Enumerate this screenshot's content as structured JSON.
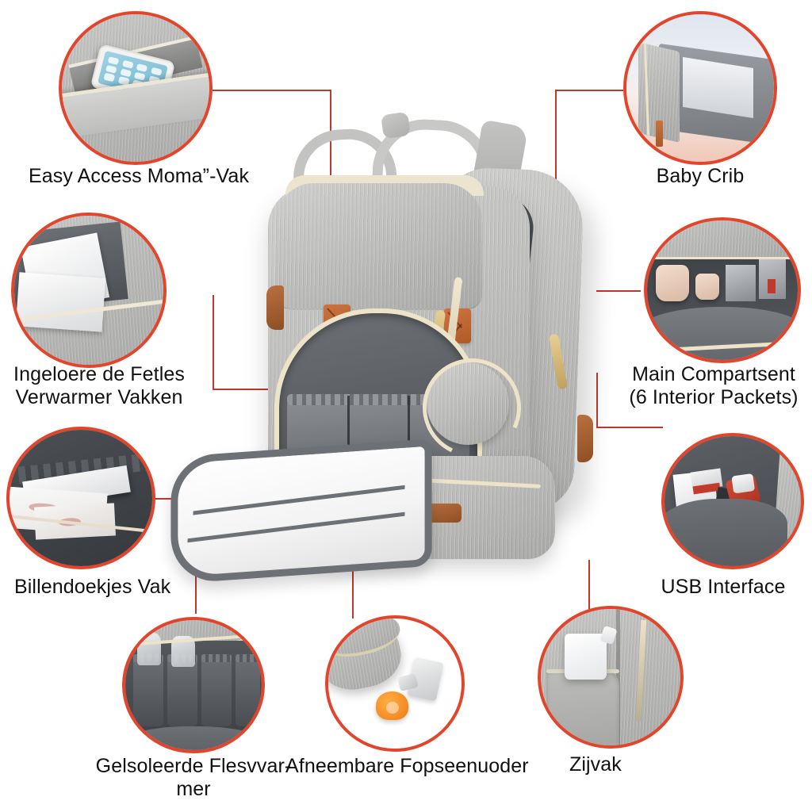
{
  "product": {
    "name": "Diaper backpack feature infographic",
    "colors": {
      "callout_ring": "#E2452B",
      "leader_line": "#C0392B",
      "bag_fabric_grey": "#BDBDBB",
      "leather_accent": "#B05A26",
      "zipper_gold": "#ECE3C8",
      "interior_dark": "#4D5155",
      "label_text": "#111111",
      "background": "#FFFFFF"
    }
  },
  "callouts": [
    {
      "id": "easy-access-pocket",
      "label": "Easy Access Moma”-Vak",
      "scene": "smartphone resting in top zip pocket",
      "position": "top-left"
    },
    {
      "id": "baby-crib",
      "label": "Baby Crib",
      "scene": "bag unfolded into a baby crib / bassinet",
      "position": "top-right"
    },
    {
      "id": "bottle-warmer-pockets",
      "label": "Ingeloere de Fetles\nVerwarmer Vakken",
      "scene": "insulated side pocket holding tissues",
      "position": "left-upper"
    },
    {
      "id": "main-compartment",
      "label": "Main Compartsent\n(6 Interior Packets)",
      "scene": "open main compartment with jars and pouches",
      "position": "right-upper"
    },
    {
      "id": "wipes-pocket",
      "label": "Billendoekjes Vak",
      "scene": "wipes pocket with cloths pulled out",
      "position": "left-lower"
    },
    {
      "id": "usb-interface",
      "label": "USB Interface",
      "scene": "interior pocket with USB cable and items",
      "position": "right-lower"
    },
    {
      "id": "insulated-bottle-warmer",
      "label": "Gelsoleerde Flesvvar-\nmer",
      "scene": "elastic interior pockets holding baby bottles",
      "position": "bottom-left"
    },
    {
      "id": "detachable-pacifier-holder",
      "label": "Afneembare Fopseenuoder",
      "scene": "detachable round pacifier pod with orange pacifier and clip",
      "position": "bottom-center"
    },
    {
      "id": "side-pocket",
      "label": "Zijvak",
      "scene": "exterior side pocket holding a white cup",
      "position": "bottom-right"
    }
  ],
  "center_image": {
    "subject": "grey diaper backpack, open front with changing pad folded down",
    "features_visible": [
      "twin carry handles",
      "orange leather reinforcement tabs",
      "orange leather brand tag",
      "gold zipper with twin pulls",
      "round zip pouch on front",
      "elastic mesh front organizer",
      "fold-out white changing pad"
    ]
  }
}
